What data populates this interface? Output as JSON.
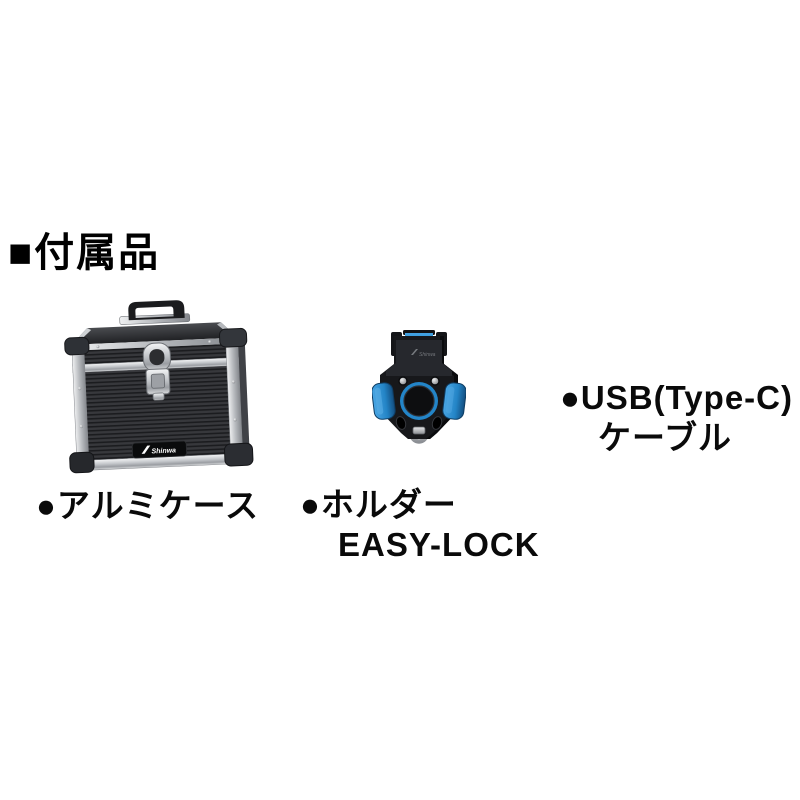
{
  "page": {
    "background": "#ffffff",
    "text_color": "#000000"
  },
  "heading": {
    "text": "■付属品"
  },
  "items": [
    {
      "id": "aluminum-case",
      "label": "●アルミケース",
      "image": "aluminum-carrying-case-photo"
    },
    {
      "id": "holder-easy-lock",
      "label_line1": "●ホルダー",
      "label_line2": "EASY-LOCK",
      "image": "easy-lock-holder-photo"
    },
    {
      "id": "usb-cable",
      "label_line1": "●USB(Type-C)",
      "label_line2": "ケーブル",
      "image": null
    }
  ],
  "colors": {
    "accent_blue": "#1f8fd0",
    "case_body_dark": "#232427",
    "case_trim_silver": "#c9ccd0",
    "holder_body_black": "#17181b"
  }
}
